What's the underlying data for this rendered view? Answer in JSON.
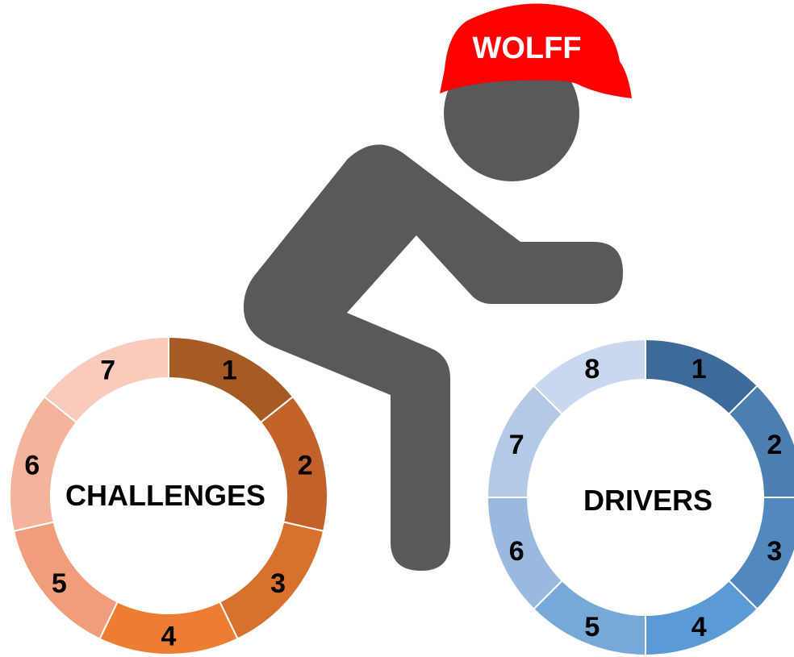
{
  "cap": {
    "label": "WOLFF",
    "color": "#ff0000"
  },
  "rider": {
    "color": "#595959"
  },
  "challenges": {
    "center_label": "CHALLENGES",
    "segments": [
      {
        "label": "1",
        "color": "#a65a24"
      },
      {
        "label": "2",
        "color": "#c2622a"
      },
      {
        "label": "3",
        "color": "#d8702e"
      },
      {
        "label": "4",
        "color": "#ed7d31"
      },
      {
        "label": "5",
        "color": "#f09d7c"
      },
      {
        "label": "6",
        "color": "#f4b49c"
      },
      {
        "label": "7",
        "color": "#f8cbbd"
      }
    ]
  },
  "drivers": {
    "center_label": "DRIVERS",
    "segments": [
      {
        "label": "1",
        "color": "#3d6a98"
      },
      {
        "label": "2",
        "color": "#4a7fb0"
      },
      {
        "label": "3",
        "color": "#5288c0"
      },
      {
        "label": "4",
        "color": "#5b9bd5"
      },
      {
        "label": "5",
        "color": "#76a8d8"
      },
      {
        "label": "6",
        "color": "#9ab9de"
      },
      {
        "label": "7",
        "color": "#b3c9e6"
      },
      {
        "label": "8",
        "color": "#c9d8ef"
      }
    ]
  }
}
